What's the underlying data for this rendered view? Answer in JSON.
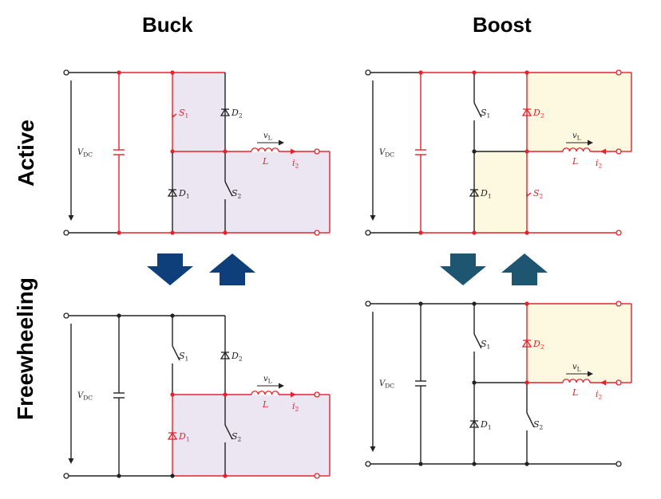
{
  "columns": {
    "buck": "Buck",
    "boost": "Boost"
  },
  "rows": {
    "active": "Active",
    "freewheeling": "Freewheeling"
  },
  "labels": {
    "vdc": "V",
    "vdc_sub": "DC",
    "s1": "S",
    "s1_sub": "1",
    "s2": "S",
    "s2_sub": "2",
    "d1": "D",
    "d1_sub": "1",
    "d2": "D",
    "d2_sub": "2",
    "vl": "v",
    "vl_sub": "L",
    "inductor": "L",
    "i2": "i",
    "i2_sub": "2"
  },
  "colors": {
    "active_path": "#e8202a",
    "wire": "#222222",
    "buck_fill": "#ece6f2",
    "boost_fill": "#fcf9e0",
    "arrow_buck": "#0e3f7a",
    "arrow_boost": "#1e5570"
  },
  "panels": [
    {
      "id": "buck-active",
      "converter": "buck",
      "state": "active"
    },
    {
      "id": "buck-freewheeling",
      "converter": "buck",
      "state": "freewheeling"
    },
    {
      "id": "boost-active",
      "converter": "boost",
      "state": "active"
    },
    {
      "id": "boost-freewheeling",
      "converter": "boost",
      "state": "freewheeling"
    }
  ],
  "arrows": [
    {
      "converter": "buck",
      "direction": "down"
    },
    {
      "converter": "buck",
      "direction": "up"
    },
    {
      "converter": "boost",
      "direction": "down"
    },
    {
      "converter": "boost",
      "direction": "up"
    }
  ]
}
